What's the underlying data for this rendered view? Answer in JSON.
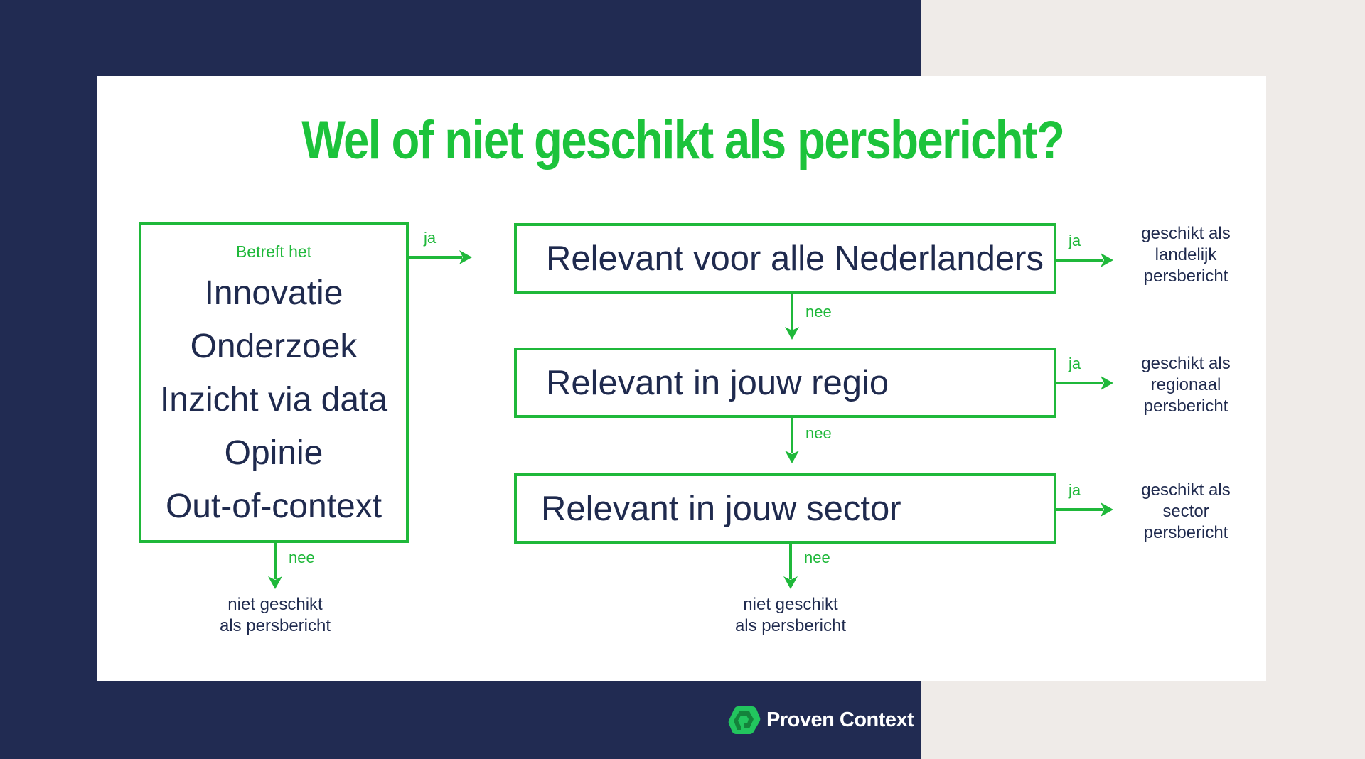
{
  "title": "Wel of niet geschikt als persbericht?",
  "colors": {
    "navy": "#212b52",
    "beige": "#efebe8",
    "green": "#1fb83a",
    "title_green": "#1cc33b",
    "text": "#1f2a4e"
  },
  "topics_box": {
    "intro": "Betreft het",
    "items": [
      "Innovatie",
      "Onderzoek",
      "Inzicht via data",
      "Opinie",
      "Out-of-context"
    ],
    "yes_label": "ja",
    "no_label": "nee",
    "no_outcome": [
      "niet geschikt",
      "als persbericht"
    ]
  },
  "questions": [
    {
      "text": "Relevant voor alle Nederlanders",
      "yes_label": "ja",
      "no_label": "nee",
      "outcome": [
        "geschikt als",
        "landelijk",
        "persbericht"
      ]
    },
    {
      "text": "Relevant in jouw regio",
      "yes_label": "ja",
      "no_label": "nee",
      "outcome": [
        "geschikt als",
        "regionaal",
        "persbericht"
      ]
    },
    {
      "text": "Relevant in jouw sector",
      "yes_label": "ja",
      "no_label": "nee",
      "outcome": [
        "geschikt als",
        "sector",
        "persbericht"
      ]
    }
  ],
  "final_no_outcome": [
    "niet geschikt",
    "als persbericht"
  ],
  "logo": {
    "text": "Proven Context",
    "icon": "proven-context-logo-icon"
  }
}
